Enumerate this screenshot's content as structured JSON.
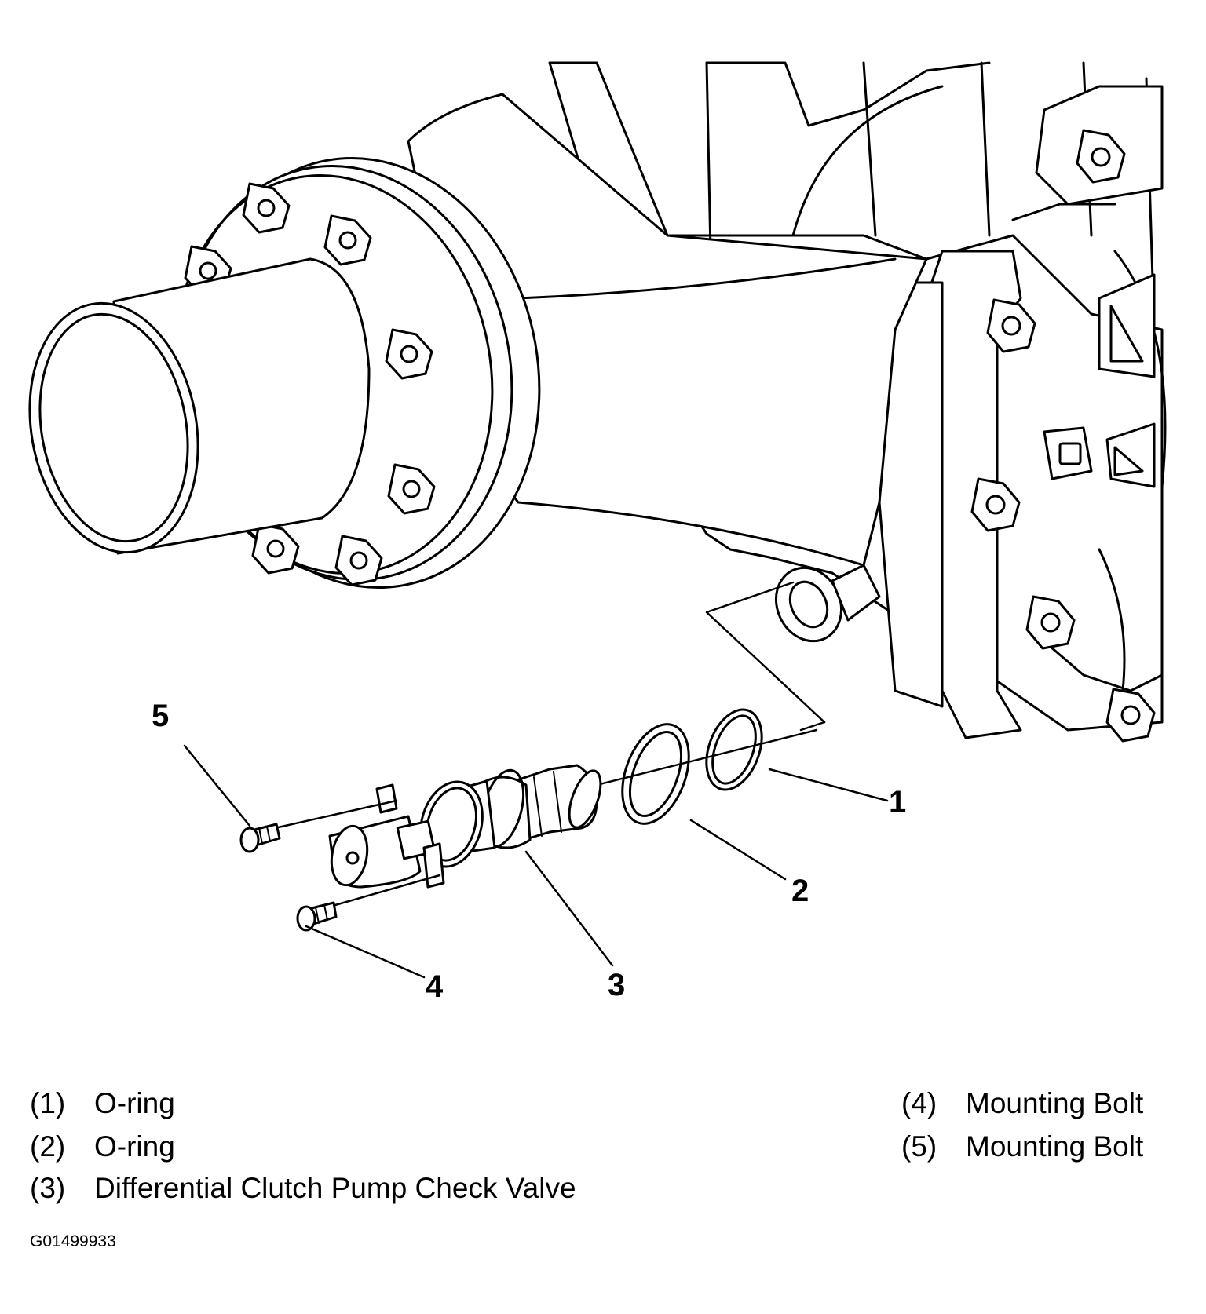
{
  "callouts": [
    "1",
    "2",
    "3",
    "4",
    "5"
  ],
  "legend": {
    "left": [
      {
        "num": "(1)",
        "text": "O-ring"
      },
      {
        "num": "(2)",
        "text": "O-ring"
      },
      {
        "num": "(3)",
        "text": "Differential Clutch Pump Check Valve"
      }
    ],
    "right": [
      {
        "num": "(4)",
        "text": "Mounting Bolt"
      },
      {
        "num": "(5)",
        "text": "Mounting Bolt"
      }
    ]
  },
  "figure_id": "G01499933"
}
